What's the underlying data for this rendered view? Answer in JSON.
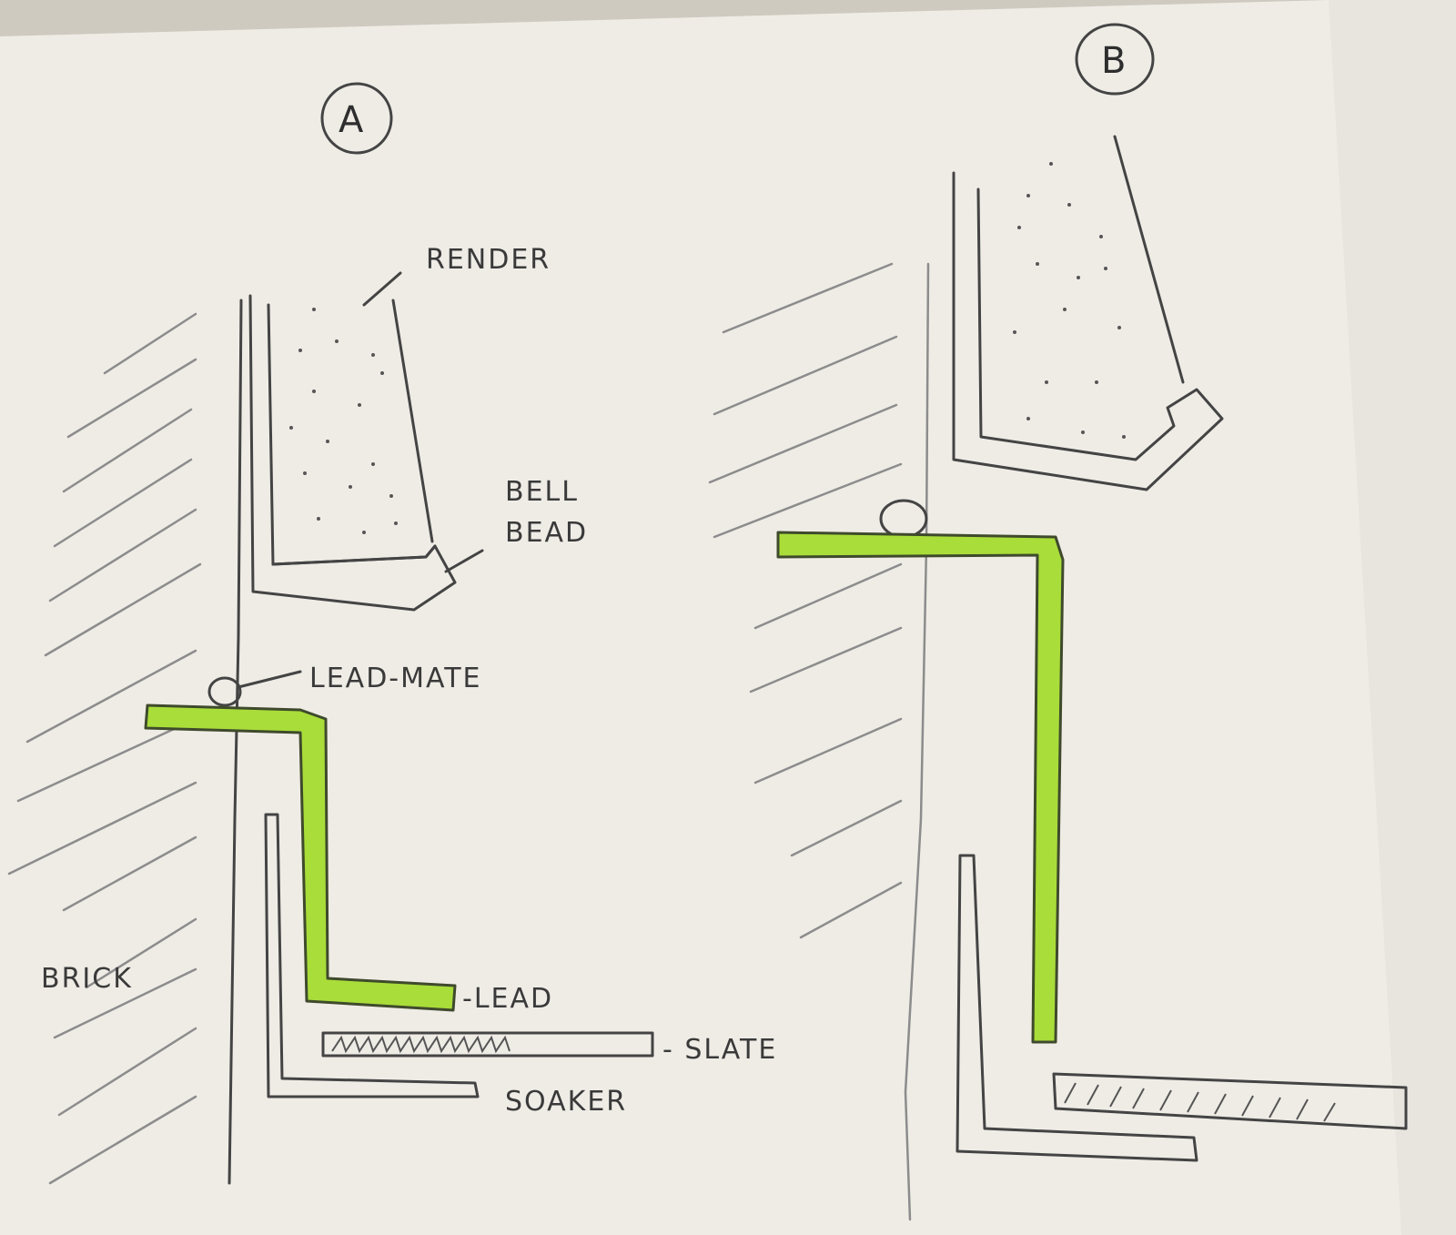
{
  "panels": {
    "a": {
      "letter": "A"
    },
    "b": {
      "letter": "B"
    }
  },
  "labels": {
    "render": "RENDER",
    "bell_bead_line1": "BELL",
    "bell_bead_line2": "BEAD",
    "lead_mate": "LEAD-MATE",
    "brick": "BRICK",
    "lead": "-LEAD",
    "slate": "- SLATE",
    "soaker": "SOAKER"
  },
  "colors": {
    "paper": "#efece6",
    "lead_highlight": "#a9dd3a",
    "pencil": "#444444"
  }
}
